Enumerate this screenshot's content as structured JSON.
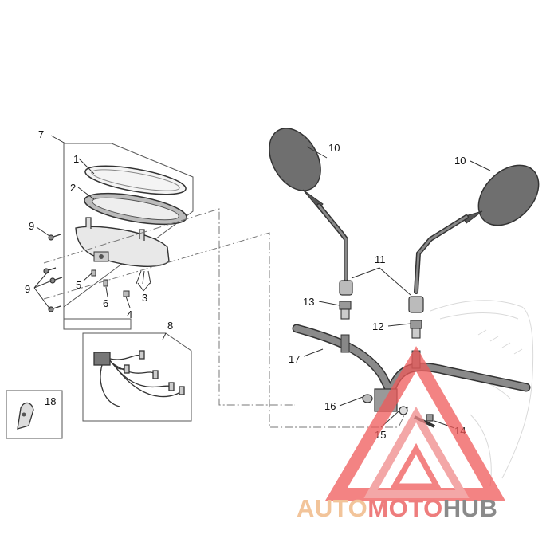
{
  "part_labels": {
    "p1": "1",
    "p2": "2",
    "p3": "3",
    "p4": "4",
    "p5": "5",
    "p6": "6",
    "p7": "7",
    "p8": "8",
    "p9a": "9",
    "p9b": "9",
    "p10a": "10",
    "p10b": "10",
    "p11": "11",
    "p12": "12",
    "p13": "13",
    "p14": "14",
    "p15": "15",
    "p16": "16",
    "p17": "17",
    "p18": "18"
  },
  "watermark": {
    "part1": "AUTO",
    "part2": "MOTO",
    "part3": "HUB",
    "color_part1": "#f2c49a",
    "color_part2": "#ee7d7d",
    "color_part3": "#8a8a8a",
    "logo_color": "#ef5a5a"
  }
}
